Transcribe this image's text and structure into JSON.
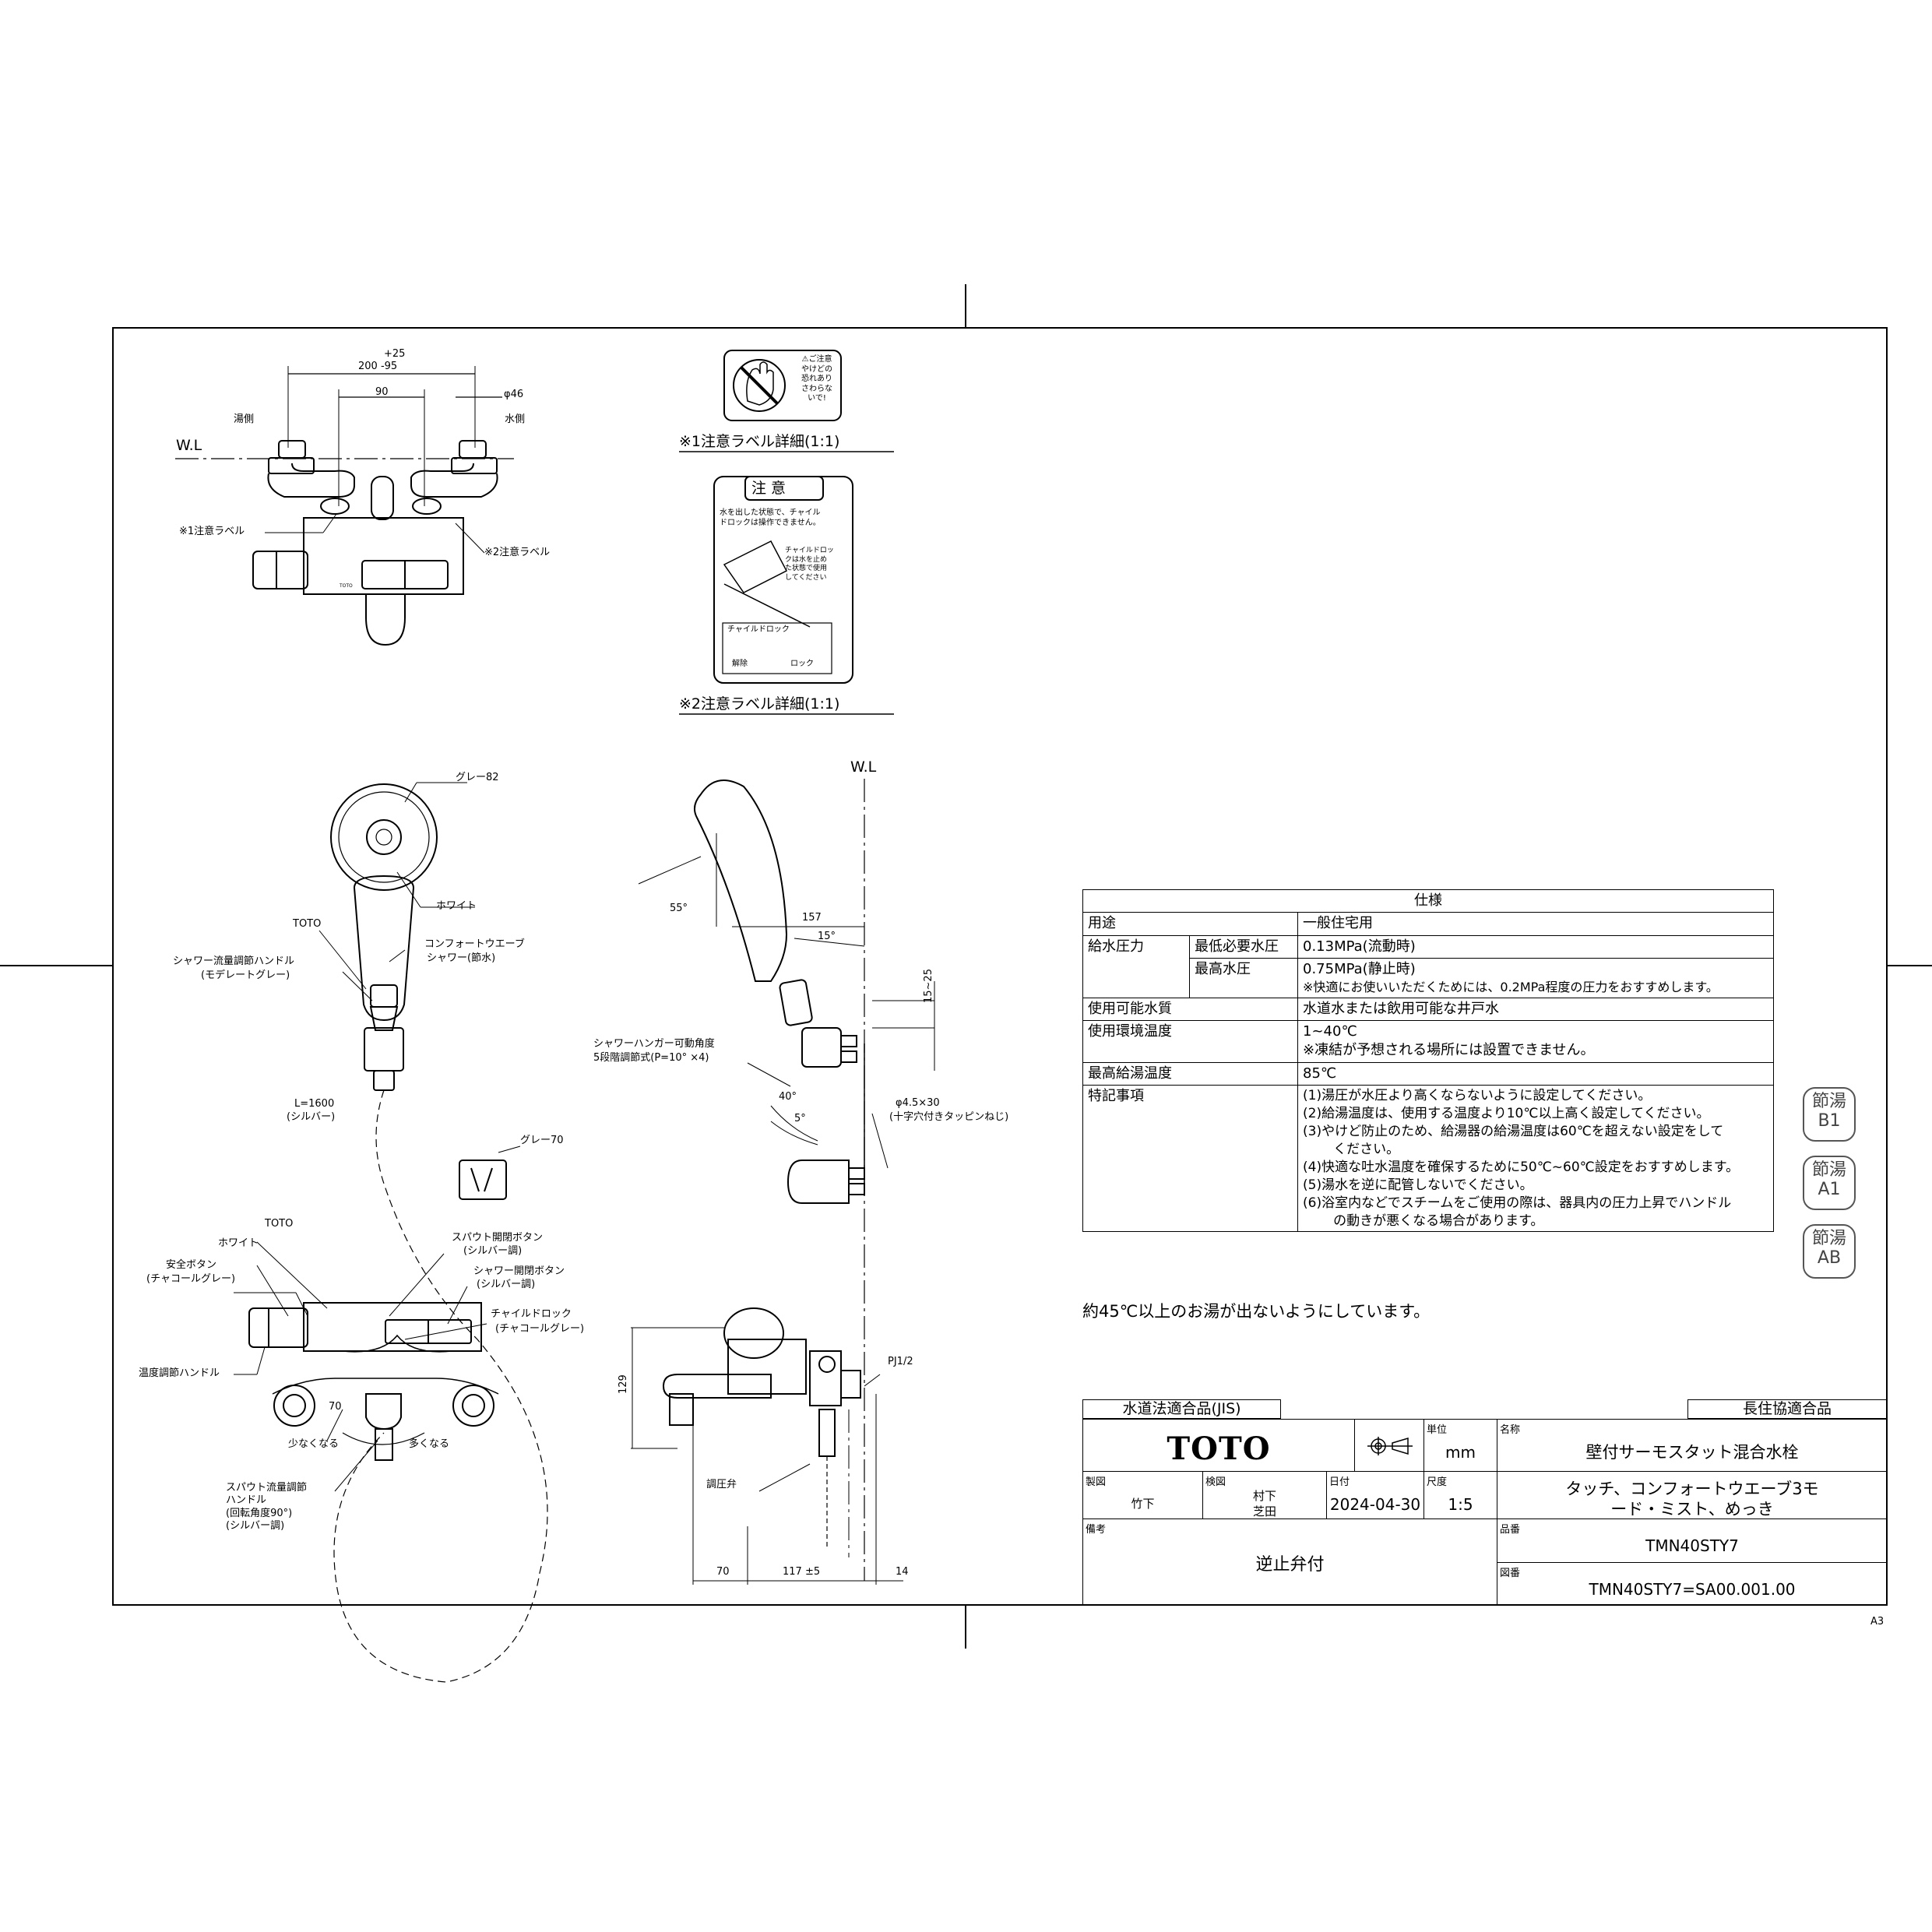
{
  "top_view": {
    "dim_plus": "+25",
    "dim_main": "200 -95",
    "dim_90": "90",
    "dim_phi46": "φ46",
    "hot_side": "湯側",
    "cold_side": "水側",
    "wl": "W.L",
    "label1": "※1注意ラベル",
    "label2": "※2注意ラベル",
    "toto_small": "TOTO"
  },
  "caution_label1": {
    "title": "※1注意ラベル詳細(1:1)",
    "text": [
      "⚠ご注意",
      "やけどの",
      "恐れあり",
      "さわらな",
      "いで!"
    ]
  },
  "caution_label2": {
    "title": "※2注意ラベル詳細(1:1)",
    "heading": "注 意",
    "text1": [
      "水を出した状態で、チャイル",
      "ドロックは操作できません。"
    ],
    "text2": [
      "チャイルドロッ",
      "クは水を止め",
      "た状態で使用",
      "してください"
    ],
    "lock_caption": "チャイルドロック",
    "release": "解除",
    "lock": "ロック"
  },
  "shower_view": {
    "grey82": "グレー82",
    "white": "ホワイト",
    "toto": "TOTO",
    "comfort": "コンフォートウエーブ",
    "shower_save": "シャワー(節水)",
    "flow_handle": "シャワー流量調節ハンドル",
    "moderate_grey": "(モデレートグレー)",
    "hose_len": "L=1600",
    "silver": "(シルバー)",
    "grey70": "グレー70"
  },
  "front_view": {
    "toto": "TOTO",
    "white": "ホワイト",
    "safety_button": "安全ボタン",
    "charcoal_grey": "(チャコールグレー)",
    "temp_handle": "温度調節ハンドル",
    "spout_button": "スパウト開閉ボタン",
    "spout_button_sub": "(シルバー調)",
    "shower_button": "シャワー開閉ボタン",
    "shower_button_sub": "(シルバー調)",
    "child_lock": "チャイルドロック",
    "child_lock_sub": "(チャコールグレー)",
    "dim_70": "70",
    "less": "少なくなる",
    "more": "多くなる",
    "spout_flow_1": "スパウト流量調節",
    "spout_flow_2": "ハンドル",
    "spout_flow_3": "(回転角度90°)",
    "spout_flow_4": "(シルバー調)"
  },
  "side_view": {
    "wl": "W.L",
    "angle55": "55°",
    "dim157": "157",
    "angle15": "15°",
    "dim15_25": "15~25",
    "hanger_1": "シャワーハンガー可動角度",
    "hanger_2": "5段階調節式(P=10° ×4)",
    "angle40": "40°",
    "angle5": "5°",
    "screw_1": "φ4.5×30",
    "screw_2": "(十字穴付きタッピンねじ)",
    "pj": "PJ1/2",
    "dim129": "129",
    "regulator": "調圧弁",
    "dim70": "70",
    "dim117": "117 ±5",
    "dim14": "14"
  },
  "spec": {
    "header": "仕様",
    "rows": [
      {
        "label": "用途",
        "sub": "",
        "value": [
          "一般住宅用"
        ]
      },
      {
        "label": "給水圧力",
        "sub": "最低必要水圧",
        "value": [
          "0.13MPa(流動時)"
        ]
      },
      {
        "label": "",
        "sub": "最高水圧",
        "value": [
          "0.75MPa(静止時)",
          "※快適にお使いいただくためには、0.2MPa程度の圧力をおすすめします。"
        ]
      },
      {
        "label": "使用可能水質",
        "sub": "",
        "value": [
          "水道水または飲用可能な井戸水"
        ]
      },
      {
        "label": "使用環境温度",
        "sub": "",
        "value": [
          "1~40℃",
          "※凍結が予想される場所には設置できません。"
        ]
      },
      {
        "label": "最高給湯温度",
        "sub": "",
        "value": [
          "85℃"
        ]
      },
      {
        "label": "特記事項",
        "sub": "",
        "value": [
          "(1)湯圧が水圧より高くならないように設定してください。",
          "(2)給湯温度は、使用する温度より10℃以上高く設定してください。",
          "(3)やけど防止のため、給湯器の給湯温度は60℃を超えない設定をして",
          "ください。",
          "(4)快適な吐水温度を確保するために50℃~60℃設定をおすすめします。",
          "(5)湯水を逆に配管しないでください。",
          "(6)浴室内などでスチームをご使用の際は、器具内の圧力上昇でハンドル",
          "の動きが悪くなる場合があります。"
        ]
      }
    ]
  },
  "note_45": "約45℃以上のお湯が出ないようにしています。",
  "stamps": [
    {
      "line1": "節湯",
      "line2": "B1"
    },
    {
      "line1": "節湯",
      "line2": "A1"
    },
    {
      "line1": "節湯",
      "line2": "AB"
    }
  ],
  "title_block": {
    "jis": "水道法適合品(JIS)",
    "choju": "長住協適合品",
    "logo": "TOTO",
    "unit_label": "単位",
    "unit": "mm",
    "name_label": "名称",
    "name1": "壁付サーモスタット混合水栓",
    "name2": "タッチ、コンフォートウエーブ3モ",
    "name3": "ード・ミスト、めっき",
    "drawn_label": "製図",
    "drawn": "竹下",
    "checked_label": "検図",
    "checked1": "村下",
    "checked2": "芝田",
    "date_label": "日付",
    "date": "2024-04-30",
    "scale_label": "尺度",
    "scale": "1:5",
    "part_label": "品番",
    "part": "TMN40STY7",
    "remarks_label": "備考",
    "remarks": "逆止弁付",
    "drawing_label": "図番",
    "drawing_no": "TMN40STY7=SA00.001.00"
  },
  "sheet_size": "A3"
}
